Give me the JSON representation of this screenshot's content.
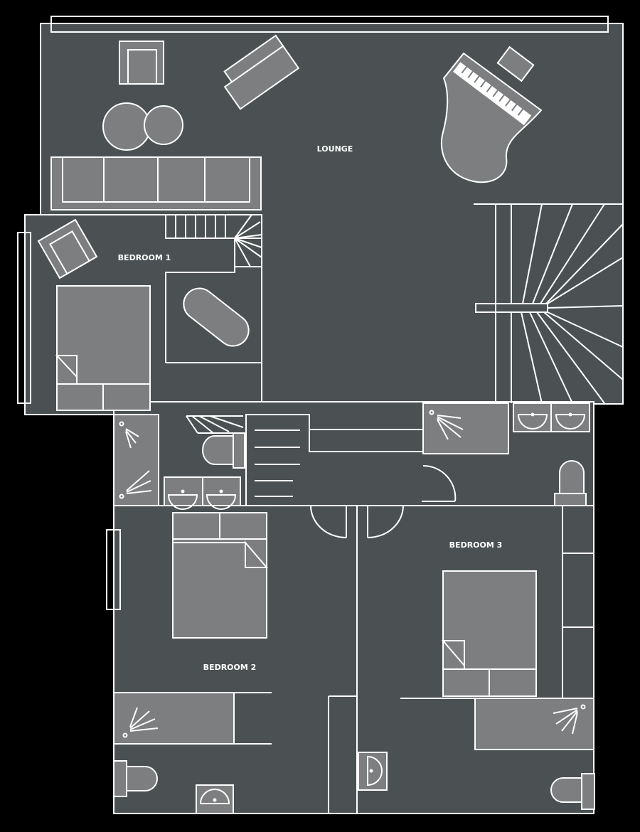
{
  "rooms": {
    "lounge": "LOUNGE",
    "bedroom_1": "BEDROOM 1",
    "bedroom_2": "BEDROOM 2",
    "bedroom_3": "BEDROOM 3"
  },
  "colors": {
    "background": "#000000",
    "floor": "#4b5152",
    "furniture": "#7c7e7f",
    "lines": "#ffffff"
  },
  "icons": [
    "armchair-icon",
    "lounger-icon",
    "coffee-table-icon",
    "sofa-icon",
    "grand-piano-icon",
    "piano-stool-icon",
    "staircase-icon",
    "double-bed-icon",
    "bathtub-icon",
    "shower-icon",
    "toilet-icon",
    "sink-icon",
    "door-icon",
    "wardrobe-icon",
    "window-icon"
  ]
}
